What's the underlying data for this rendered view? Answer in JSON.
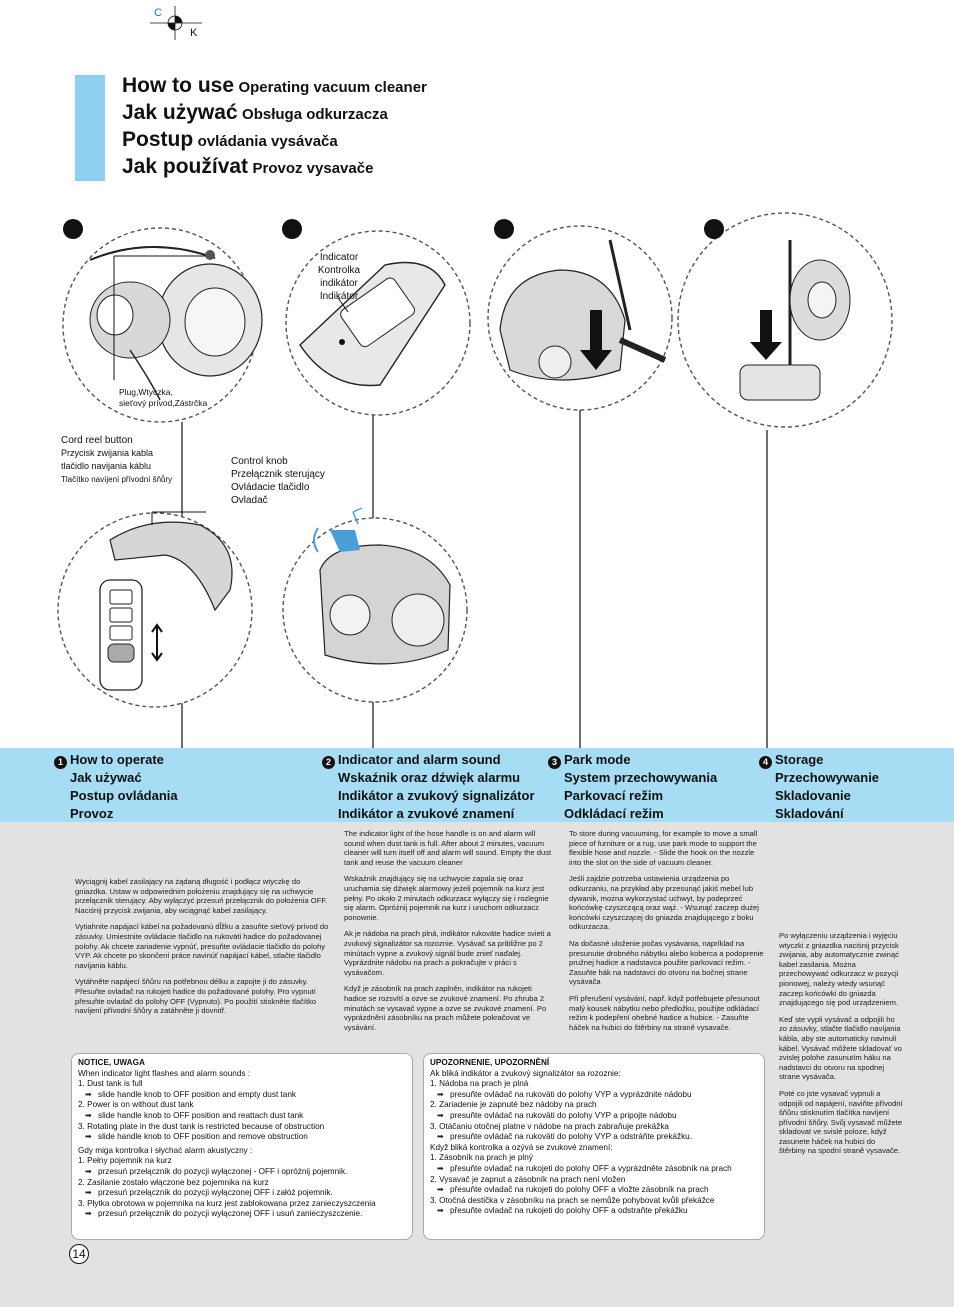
{
  "registration": {
    "c": "C",
    "k": "K"
  },
  "title": {
    "lines": [
      {
        "main": "How to use",
        "sub": "Operating vacuum cleaner"
      },
      {
        "main": "Jak używać",
        "sub": "Obsługa odkurzacza"
      },
      {
        "main": "Postup",
        "sub": "ovládania vysávača"
      },
      {
        "main": "Jak používat",
        "sub": "Provoz vysavače"
      }
    ]
  },
  "labels": {
    "indicator": [
      "Indicator",
      "Kontrolka",
      "indikátor",
      "Indikátor"
    ],
    "plug": [
      "Plug,Wtyczka,",
      "sieťový prívod,Zástrčka"
    ],
    "cord_reel": [
      "Cord reel button",
      "Przycisk zwijania kabla",
      "tlačidlo navijania káblu",
      "Tlačítko navíjení přívodní šňůry"
    ],
    "control_knob": [
      "Control knob",
      "Przełącznik sterujący",
      "Ovládacie tlačidlo",
      "Ovladač"
    ]
  },
  "steps": [
    {
      "num": "1",
      "lines": [
        "How to operate",
        "Jak używać",
        "Postup ovládania",
        "Provoz"
      ]
    },
    {
      "num": "2",
      "lines": [
        "Indicator and alarm sound",
        "Wskaźnik oraz dźwięk alarmu",
        "Indikátor a zvukový signalizátor",
        "Indikátor a zvukové znamení"
      ]
    },
    {
      "num": "3",
      "lines": [
        "Park mode",
        "System przechowywania",
        "Parkovací režim",
        "Odkládací režim"
      ]
    },
    {
      "num": "4",
      "lines": [
        "Storage",
        "Przechowywanie",
        "Skladovanie",
        "Skladování"
      ]
    }
  ],
  "col1": [
    "Wyciągnij kabel zasilający na żądaną długość i podłącz wtyczkę do gniazdka. Ustaw w odpowiednim położeniu znajdujący się na uchwycie przełącznik sterujący. Aby wyłączyć przesuń przełącznik do położenia OFF. Naciśnij przycisk zwijania, aby wciągnąć kabel zasilający.",
    "Vytiahnite napájací kábel na požadovanú dĺžku a zasuňte sieťový prívod do zásuvky. Umiestnite ovládacie tlačidlo na rukoväti hadice do požadovanej polohy. Ak chcete zariadenie vypnúť, presuňte ovládacie tlačidlo do polohy VYP. Ak chcete po skončení práce navinúť napájací kábel, stlačte tlačidlo navíjania káblu.",
    "Vytáhněte napájecí šňůru na potřebnou délku a zapojte ji do zásuvky. Přesuňte ovladač na rukojeti hadice do požadované polohy. Pro vypnutí přesuňte ovladač do polohy OFF (Vypnuto). Po použití stiskněte tlačítko navíjení přívodní šňůry a zatáhněte ji dovnitř."
  ],
  "col2": [
    "The indicator light of the hose handle is on and alarm will sound when dust tank is full. After about 2 minutes, vacuum cleaner will turn itself off and alarm will sound. Empty the dust tank and reuse the vacuum cleaner",
    "Wskaźnik znajdujący się na uchwycie zapala się oraz uruchamia się dźwięk alarmowy jeżeli pojemnik na kurz jest pełny. Po około 2 minutach odkurzacz wyłączy się i rozlegnie się alarm. Opróżnij pojemnik na kurz i uruchom odkurzacz ponownie.",
    "Ak je nádoba na prach plná, indikátor rukoväte hadice svieti a zvukový signalizátor sa rozoznie. Vysávač sa približne po 2 minútach vypne a zvukový signál bude znieť naďalej. Vyprázdnite nádobu na prach a pokračujte v práci s vysávačom.",
    "Když je zásobník na prach zaplněn, indikátor na rukojeti hadice se rozsvítí a ozve se zvukové znamení. Po zhruba 2 minutách se vysavač vypne a ozve se zvukové znamení. Po vyprázdnění zásobníku na prach můžete pokračovat ve vysávání."
  ],
  "col3": [
    "To store during vacuuming, for example to move a small piece of furniture or a rug, use park mode to support the flexible hose and nozzle. - Slide the hook on the nozzle into the slot on the side of vacuum cleaner.",
    "Jeśli zajdzie potrzeba ustawienia urządzenia po odkurzaniu, na przykład aby przesunąć jakiś mebel lub dywanik, można wykorzystać uchwyt, by podeprzeć końcówkę czyszczącą oraz wąż. - Wsunąć zaczep dużej końcówki czyszczącej do gniazda znajdującego z boku odkurzacza.",
    "Na dočasné uloženie počas vysávania, napríklad na presunutie drobného nábytku alebo koberca a podoprenie pružnej hadice a nadstavca použite parkovací režim. - Zasuňte hák na nadstavci do otvoru na bočnej strane vysávača",
    "Při přerušení vysávání, např. když potřebujete přesunout malý kousek nábytku nebo předložku, použijte odkládací režim k podepření ohebné hadice a hubice. - Zasuňte háček na hubici do štěrbiny na straně vysavače."
  ],
  "col4": [
    "Po wyłączeniu urządzenia i wyjęciu wtyczki z gniazdka naciśnij przycisk zwijania, aby automatycznie zwinąć kabel zasilania. Można przechowywać odkurzacz w pozycji pionowej, należy wtedy wsunąć zaczep końcówki do gniazda znajdującego się pod urządzeniem.",
    "Keď ste vypli vysávač a odpojili ho zo zásuvky, stlačte tlačidlo navíjania kábla, aby ste automaticky navinuli kábel. Vysávač môžete skladovať vo zvislej polohe zasunutím háku na nadstavci do otvoru na spodnej strane vysávača.",
    "Poté co jste vysavač vypnuli a odpojili od napájení, naviňte přívodní šňůru stisknutím tlačítka navíjení přívodní šňůry. Svůj vysavač můžete skladovat ve svislé poloze, když zasunete háček na hubici do štěrbiny na spodní straně vysavače."
  ],
  "notice_left": {
    "title": "NOTICE, UWAGA",
    "lines": [
      {
        "t": "When indicator light flashes and alarm sounds :",
        "k": "p"
      },
      {
        "t": "1. Dust tank is full",
        "k": "p"
      },
      {
        "t": "slide handle knob to OFF position and empty dust tank",
        "k": "i"
      },
      {
        "t": "2. Power is on without dust tank",
        "k": "p"
      },
      {
        "t": "slide handle knob to OFF position and reattach dust tank",
        "k": "i"
      },
      {
        "t": "3. Rotating plate in the dust tank is restricted because of obstruction",
        "k": "p"
      },
      {
        "t": "slide handle knob to OFF position and remove obstruction",
        "k": "i"
      },
      {
        "t": "Gdy miga kontrolka i słychać alarm akustyczny :",
        "k": "g"
      },
      {
        "t": "1. Pełny pojemnik na kurz",
        "k": "p"
      },
      {
        "t": "przesuń przełącznik do pozycji wyłączonej - OFF i opróżnij pojemnik.",
        "k": "i"
      },
      {
        "t": "2. Zasilanie zostało włączone bez pojemnika na kurz",
        "k": "p"
      },
      {
        "t": "przesuń przełącznik do pozycji wyłączonej OFF i załóż pojemnik.",
        "k": "i"
      },
      {
        "t": "3. Płytka obrotowa w pojemnika na kurz jest zablokowana przez zanieczyszczenia",
        "k": "p"
      },
      {
        "t": "przesuń przełącznik do pozycji wyłączonej OFF i usuń zanieczyszczenie.",
        "k": "i"
      }
    ]
  },
  "notice_right": {
    "title": "UPOZORNENIE, UPOZORNĚNÍ",
    "lines": [
      {
        "t": "Ak bliká indikátor a zvukový signalizátor sa rozoznie:",
        "k": "p"
      },
      {
        "t": "1. Nádoba na prach je plná",
        "k": "p"
      },
      {
        "t": "presuňte ovládač na rukoväti do polohy VYP a vyprázdnite nádobu",
        "k": "i"
      },
      {
        "t": "2. Zariadenie je zapnuté bez nádoby na prach",
        "k": "p"
      },
      {
        "t": "presuňte ovládač na rukoväti do polohy VYP a pripojte nádobu",
        "k": "i"
      },
      {
        "t": "3. Otáčaniu otočnej platne v nádobe na prach zabraňuje prekážka",
        "k": "p"
      },
      {
        "t": "presuňte ovládač na rukoväti do polohy VYP a odstráňte prekážku.",
        "k": "i"
      },
      {
        "t": "Když bliká kontrolka a ozývá se zvukové znamení:",
        "k": "p"
      },
      {
        "t": "1. Zásobník na prach je plný",
        "k": "p"
      },
      {
        "t": "přesuňte ovladač na rukojeti do polohy OFF a vyprázdněte zásobník na prach",
        "k": "i"
      },
      {
        "t": "2. Vysavač je zapnut a zásobník na prach není vložen",
        "k": "p"
      },
      {
        "t": "přesuňte ovladač na rukojeti do polohy OFF a vložte zásobník na prach",
        "k": "i"
      },
      {
        "t": "3. Otočná destička v zásobníku na prach se nemůže pohybovat kvůli překážce",
        "k": "p"
      },
      {
        "t": "přesuňte ovladač na rukojeti do polohy OFF a odstraňte překážku",
        "k": "i"
      }
    ]
  },
  "page_number": "14",
  "colors": {
    "accent": "#a6dcf4",
    "title_bar": "#8fd0f0",
    "content_bg": "#e2e2e2"
  }
}
